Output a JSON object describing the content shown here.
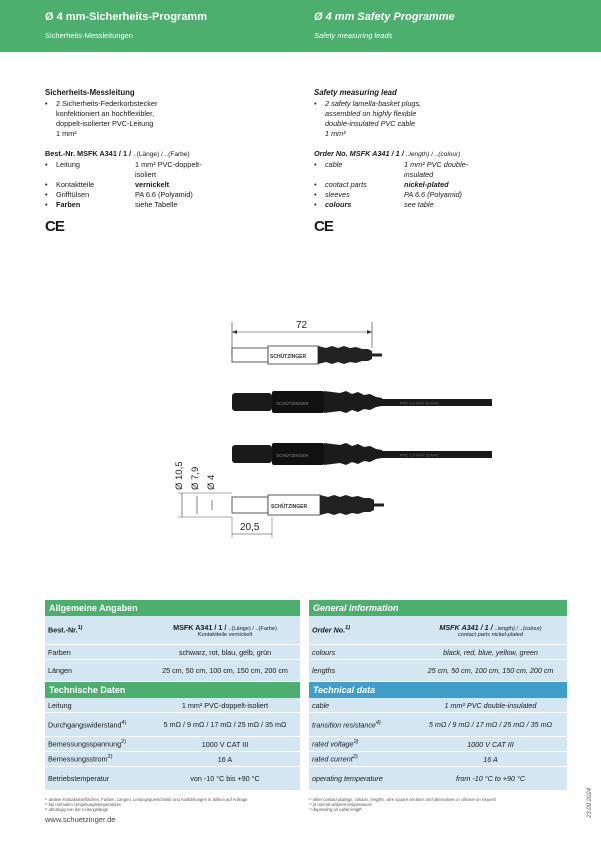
{
  "header": {
    "title_de": "Ø 4 mm-Sicherheits-Programm",
    "subtitle_de": "Sicherheits-Messleitungen",
    "title_en": "Ø 4 mm Safety Programme",
    "subtitle_en": "Safety measuring leads"
  },
  "intro_de": {
    "title": "Sicherheits-Messleitung",
    "bullet": "•",
    "lines": [
      "2 Sicherheits-Federkorbstecker",
      "konfektioniert an hochflexibler,",
      "doppelt-isolierter PVC-Leitung",
      "1 mm²"
    ],
    "order_label": "Best.-Nr. MSFK A341 / 1 /",
    "order_suffix": "..(Länge) / ..(Farbe)",
    "specs": [
      {
        "k": "Leitung",
        "v": "1 mm² PVC-doppelt-",
        "v2": "isoliert"
      },
      {
        "k": "Kontaktteile",
        "v": "vernickelt"
      },
      {
        "k": "Grifftülsen",
        "v": "PA 6.6 (Polyamid)"
      },
      {
        "k": "Farben",
        "v": "siehe Tabelle"
      }
    ]
  },
  "intro_en": {
    "title": "Safety measuring lead",
    "bullet": "•",
    "lines": [
      "2 safety lamella-basket plugs,",
      "assembled on highly flexible",
      "double-insulated PVC cable",
      "1 mm²"
    ],
    "order_label": "Order No. MSFK A341 / 1 /",
    "order_suffix": "..length) / ..(colour)",
    "specs": [
      {
        "k": "cable",
        "v": "1 mm² PVC double-",
        "v2": "insulated"
      },
      {
        "k": "contact parts",
        "v": "nickel-plated"
      },
      {
        "k": "sleeves",
        "v": "PA 6.6 (Polyamid)"
      },
      {
        "k": "colours",
        "v": "see table"
      }
    ]
  },
  "ce_mark": "CE",
  "drawing": {
    "dim_length": "72",
    "dim_d1": "Ø 10,5",
    "dim_d2": "Ø 7,9",
    "dim_d3": "Ø 4",
    "dim_grip": "20,5",
    "brand": "SCHÜTZINGER",
    "cable_print": "PVC 1,0 mm² 16 A AC"
  },
  "table_de": {
    "general_header": "Allgemeine Angaben",
    "rows_general": [
      {
        "k": "Best.-Nr.",
        "sup": "1)",
        "v": "MSFK A341 / 1 /",
        "v_sfx": "..(Länge) / ..(Farbe)",
        "v2": "Kontaktteile vernickelt"
      },
      {
        "k": "Farben",
        "v": "schwarz, rot, blau, gelb, grün"
      },
      {
        "k": "Längen",
        "v": "25 cm, 50 cm, 100 cm, 150 cm, 200 cm"
      }
    ],
    "tech_header": "Technische Daten",
    "rows_tech": [
      {
        "k": "Leitung",
        "v": "1 mm² PVC-doppelt-isoliert"
      },
      {
        "k": "Durchgangswiderstand",
        "sup": "4)",
        "v": "5 mΩ / 9 mΩ / 17 mΩ / 25 mΩ / 35 mΩ"
      },
      {
        "k": "Bemessungsspannung",
        "sup": "2)",
        "v": "1000 V CAT III"
      },
      {
        "k": "Bemessungsstrom",
        "sup": "2)",
        "v": "16 A"
      },
      {
        "k": "Betriebstemperatur",
        "v": "von -10 °C bis +90 °C"
      }
    ],
    "footnotes": [
      "¹⁾ andere Kontaktoberflächen, Farben, Längen, Leitungsquerschnitte und Ausführungen in Silikon auf Anfrage",
      "²⁾ bei normalen Umgebungstemperaturen",
      "³⁾ abhängig von der Leitungslänge"
    ]
  },
  "table_en": {
    "general_header": "General information",
    "rows_general": [
      {
        "k": "Order No.",
        "sup": "1)",
        "v": "MSFK A341 / 1 /",
        "v_sfx": "..length) / ..(colour)",
        "v2": "contact parts nickel-plated"
      },
      {
        "k": "colours",
        "v": "black, red, blue, yellow, green"
      },
      {
        "k": "lengths",
        "v": "25 cm, 50 cm, 100 cm, 150 cm, 200 cm"
      }
    ],
    "tech_header": "Technical data",
    "rows_tech": [
      {
        "k": "cable",
        "v": "1 mm² PVC double-insulated"
      },
      {
        "k": "transition resistance",
        "sup": "4)",
        "v": "5 mΩ / 9 mΩ / 17 mΩ / 25 mΩ / 35 mΩ"
      },
      {
        "k": "rated voltage",
        "sup": "2)",
        "v": "1000 V CAT III"
      },
      {
        "k": "rated current",
        "sup": "2)",
        "v": "16 A"
      },
      {
        "k": "operating temperature",
        "v": "from -10 °C to +90 °C"
      }
    ],
    "footnotes": [
      "¹⁾ other contact platings, colours, lengths, wire square sections and alternatives in silicone on request",
      "²⁾ at normal ambient temperatures",
      "³⁾ depending on cable length"
    ]
  },
  "footer": {
    "website": "www.schuetzinger.de",
    "date": "23.09.2024"
  }
}
